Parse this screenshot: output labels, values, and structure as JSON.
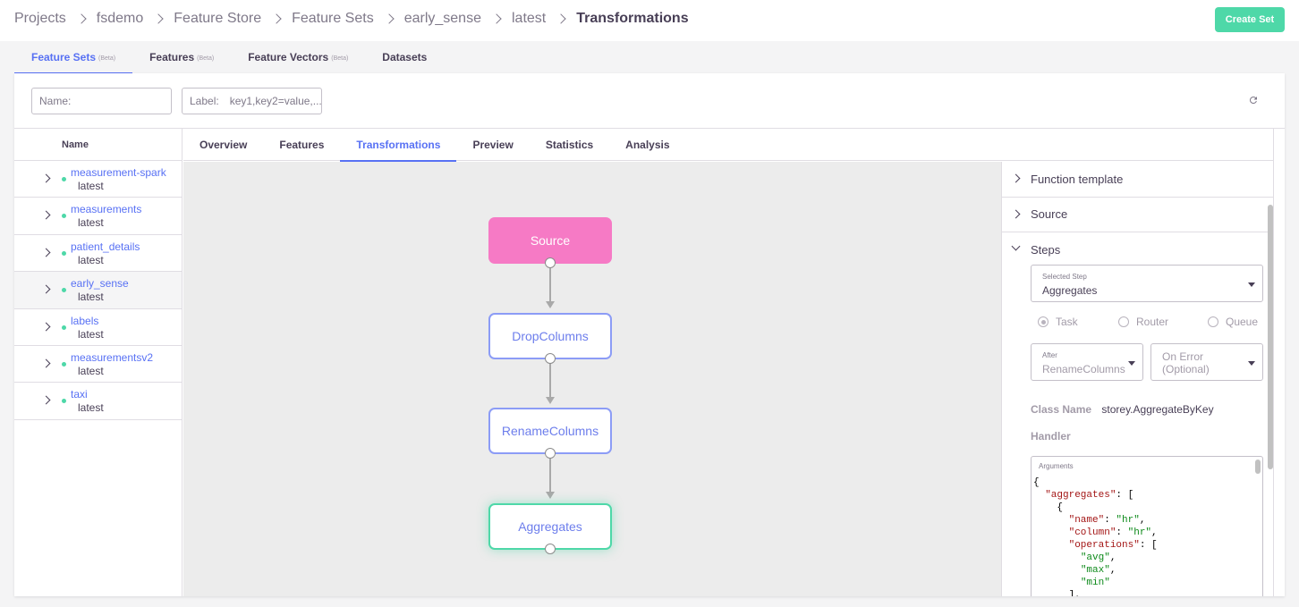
{
  "breadcrumbs": [
    "Projects",
    "fsdemo",
    "Feature Store",
    "Feature Sets",
    "early_sense",
    "latest",
    "Transformations"
  ],
  "header": {
    "create_button": "Create Set"
  },
  "top_tabs": [
    {
      "label": "Feature Sets",
      "badge": "(Beta)"
    },
    {
      "label": "Features",
      "badge": "(Beta)"
    },
    {
      "label": "Feature Vectors",
      "badge": "(Beta)"
    },
    {
      "label": "Datasets",
      "badge": ""
    }
  ],
  "filters": {
    "name_label": "Name:",
    "label_label": "Label:",
    "label_placeholder": "key1,key2=value,..."
  },
  "icons": {
    "refresh": "refresh-icon",
    "expand": "chevron-right-icon"
  },
  "list": {
    "column_name": "Name",
    "items": [
      {
        "name": "measurement-spark",
        "tag": "latest"
      },
      {
        "name": "measurements",
        "tag": "latest"
      },
      {
        "name": "patient_details",
        "tag": "latest"
      },
      {
        "name": "early_sense",
        "tag": "latest"
      },
      {
        "name": "labels",
        "tag": "latest"
      },
      {
        "name": "measurementsv2",
        "tag": "latest"
      },
      {
        "name": "taxi",
        "tag": "latest"
      }
    ]
  },
  "detail_tabs": [
    "Overview",
    "Features",
    "Transformations",
    "Preview",
    "Statistics",
    "Analysis"
  ],
  "graph": {
    "nodes": [
      "Source",
      "DropColumns",
      "RenameColumns",
      "Aggregates"
    ]
  },
  "pane": {
    "sections": [
      "Function template",
      "Source",
      "Steps"
    ],
    "selected_step_label": "Selected Step",
    "selected_step": "Aggregates",
    "radios": [
      "Task",
      "Router",
      "Queue"
    ],
    "after_label": "After",
    "after_value": "RenameColumns",
    "on_error_line1": "On Error",
    "on_error_line2": "(Optional)",
    "class_name_label": "Class Name",
    "class_name_value": "storey.AggregateByKey",
    "handler_label": "Handler",
    "arguments_label": "Arguments",
    "code_lines": [
      {
        "indent": "",
        "parts": [
          {
            "t": "p",
            "v": "{"
          }
        ]
      },
      {
        "indent": "  ",
        "parts": [
          {
            "t": "k",
            "v": "\"aggregates\""
          },
          {
            "t": "p",
            "v": ": ["
          }
        ]
      },
      {
        "indent": "    ",
        "parts": [
          {
            "t": "p",
            "v": "{"
          }
        ]
      },
      {
        "indent": "      ",
        "parts": [
          {
            "t": "k",
            "v": "\"name\""
          },
          {
            "t": "p",
            "v": ": "
          },
          {
            "t": "s",
            "v": "\"hr\""
          },
          {
            "t": "p",
            "v": ","
          }
        ]
      },
      {
        "indent": "      ",
        "parts": [
          {
            "t": "k",
            "v": "\"column\""
          },
          {
            "t": "p",
            "v": ": "
          },
          {
            "t": "s",
            "v": "\"hr\""
          },
          {
            "t": "p",
            "v": ","
          }
        ]
      },
      {
        "indent": "      ",
        "parts": [
          {
            "t": "k",
            "v": "\"operations\""
          },
          {
            "t": "p",
            "v": ": ["
          }
        ]
      },
      {
        "indent": "        ",
        "parts": [
          {
            "t": "s",
            "v": "\"avg\""
          },
          {
            "t": "p",
            "v": ","
          }
        ]
      },
      {
        "indent": "        ",
        "parts": [
          {
            "t": "s",
            "v": "\"max\""
          },
          {
            "t": "p",
            "v": ","
          }
        ]
      },
      {
        "indent": "        ",
        "parts": [
          {
            "t": "s",
            "v": "\"min\""
          }
        ]
      },
      {
        "indent": "      ",
        "parts": [
          {
            "t": "p",
            "v": "],"
          }
        ]
      }
    ]
  },
  "colors": {
    "accent": "#5871f4",
    "create_button": "#4ed8a8",
    "source_node": "#f67ac5",
    "step_node_border": "#8c9cf6",
    "selected_node_border": "#4ed8a8"
  }
}
